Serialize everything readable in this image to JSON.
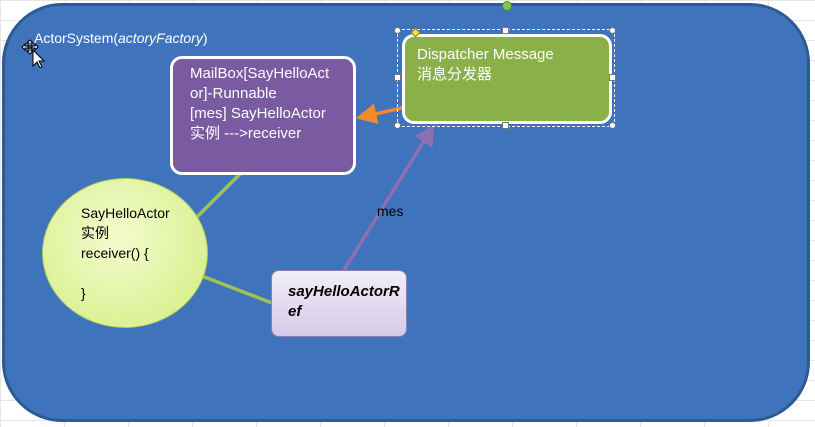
{
  "actor_system": {
    "label": "ActorSystem(",
    "label_italic": "actoryFactory",
    "label_close": ")"
  },
  "dispatcher": {
    "line1": "Dispatcher Message",
    "line2": "消息分发器"
  },
  "mailbox": {
    "line1": "MailBox[SayHelloAct",
    "line2": "or]-Runnable",
    "line3": "[mes] SayHelloActor",
    "line4": "实例 --->receiver"
  },
  "actor": {
    "line1": "SayHelloActor",
    "line2": "实例",
    "line3": "receiver() {",
    "line4": "",
    "line5": "}"
  },
  "ref": {
    "line1": "sayHelloActorR",
    "line2": "ef"
  },
  "edge_mes": {
    "label": "mes"
  },
  "colors": {
    "system_fill": "#3f74bd",
    "dispatcher_fill": "#8ab04a",
    "mailbox_fill": "#7a5aa0",
    "actor_fill": "#d8f08d",
    "ref_fill": "#e4def0",
    "arrow_orange": "#f08a2c",
    "arrow_green": "#9fc154",
    "arrow_purple": "#8e6fb4"
  }
}
